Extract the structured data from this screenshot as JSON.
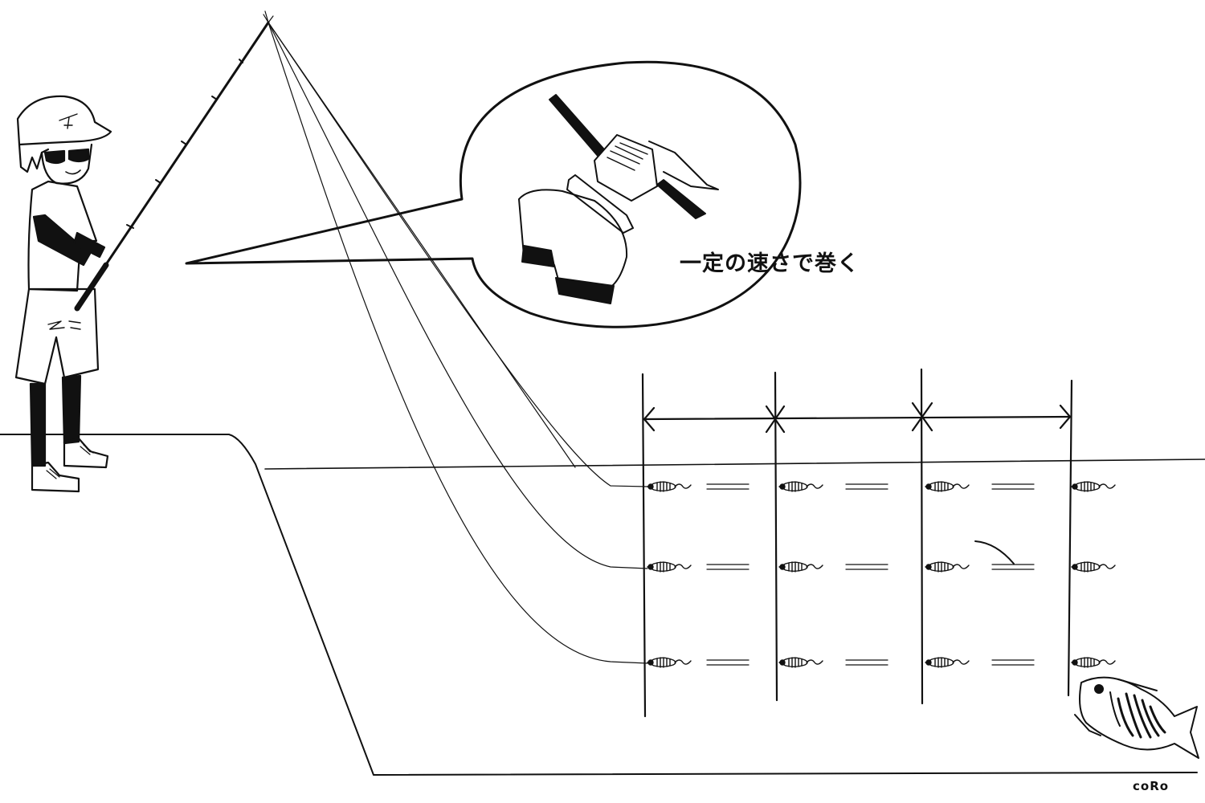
{
  "caption": "一定の速さで巻く",
  "signature": "coRo",
  "colors": {
    "ink": "#111111",
    "paper": "#ffffff"
  },
  "icons": [
    "angler-figure",
    "fishing-rod",
    "reel-hands-icon",
    "speech-bubble",
    "lure-icon",
    "fish-icon",
    "arrow-icon"
  ]
}
